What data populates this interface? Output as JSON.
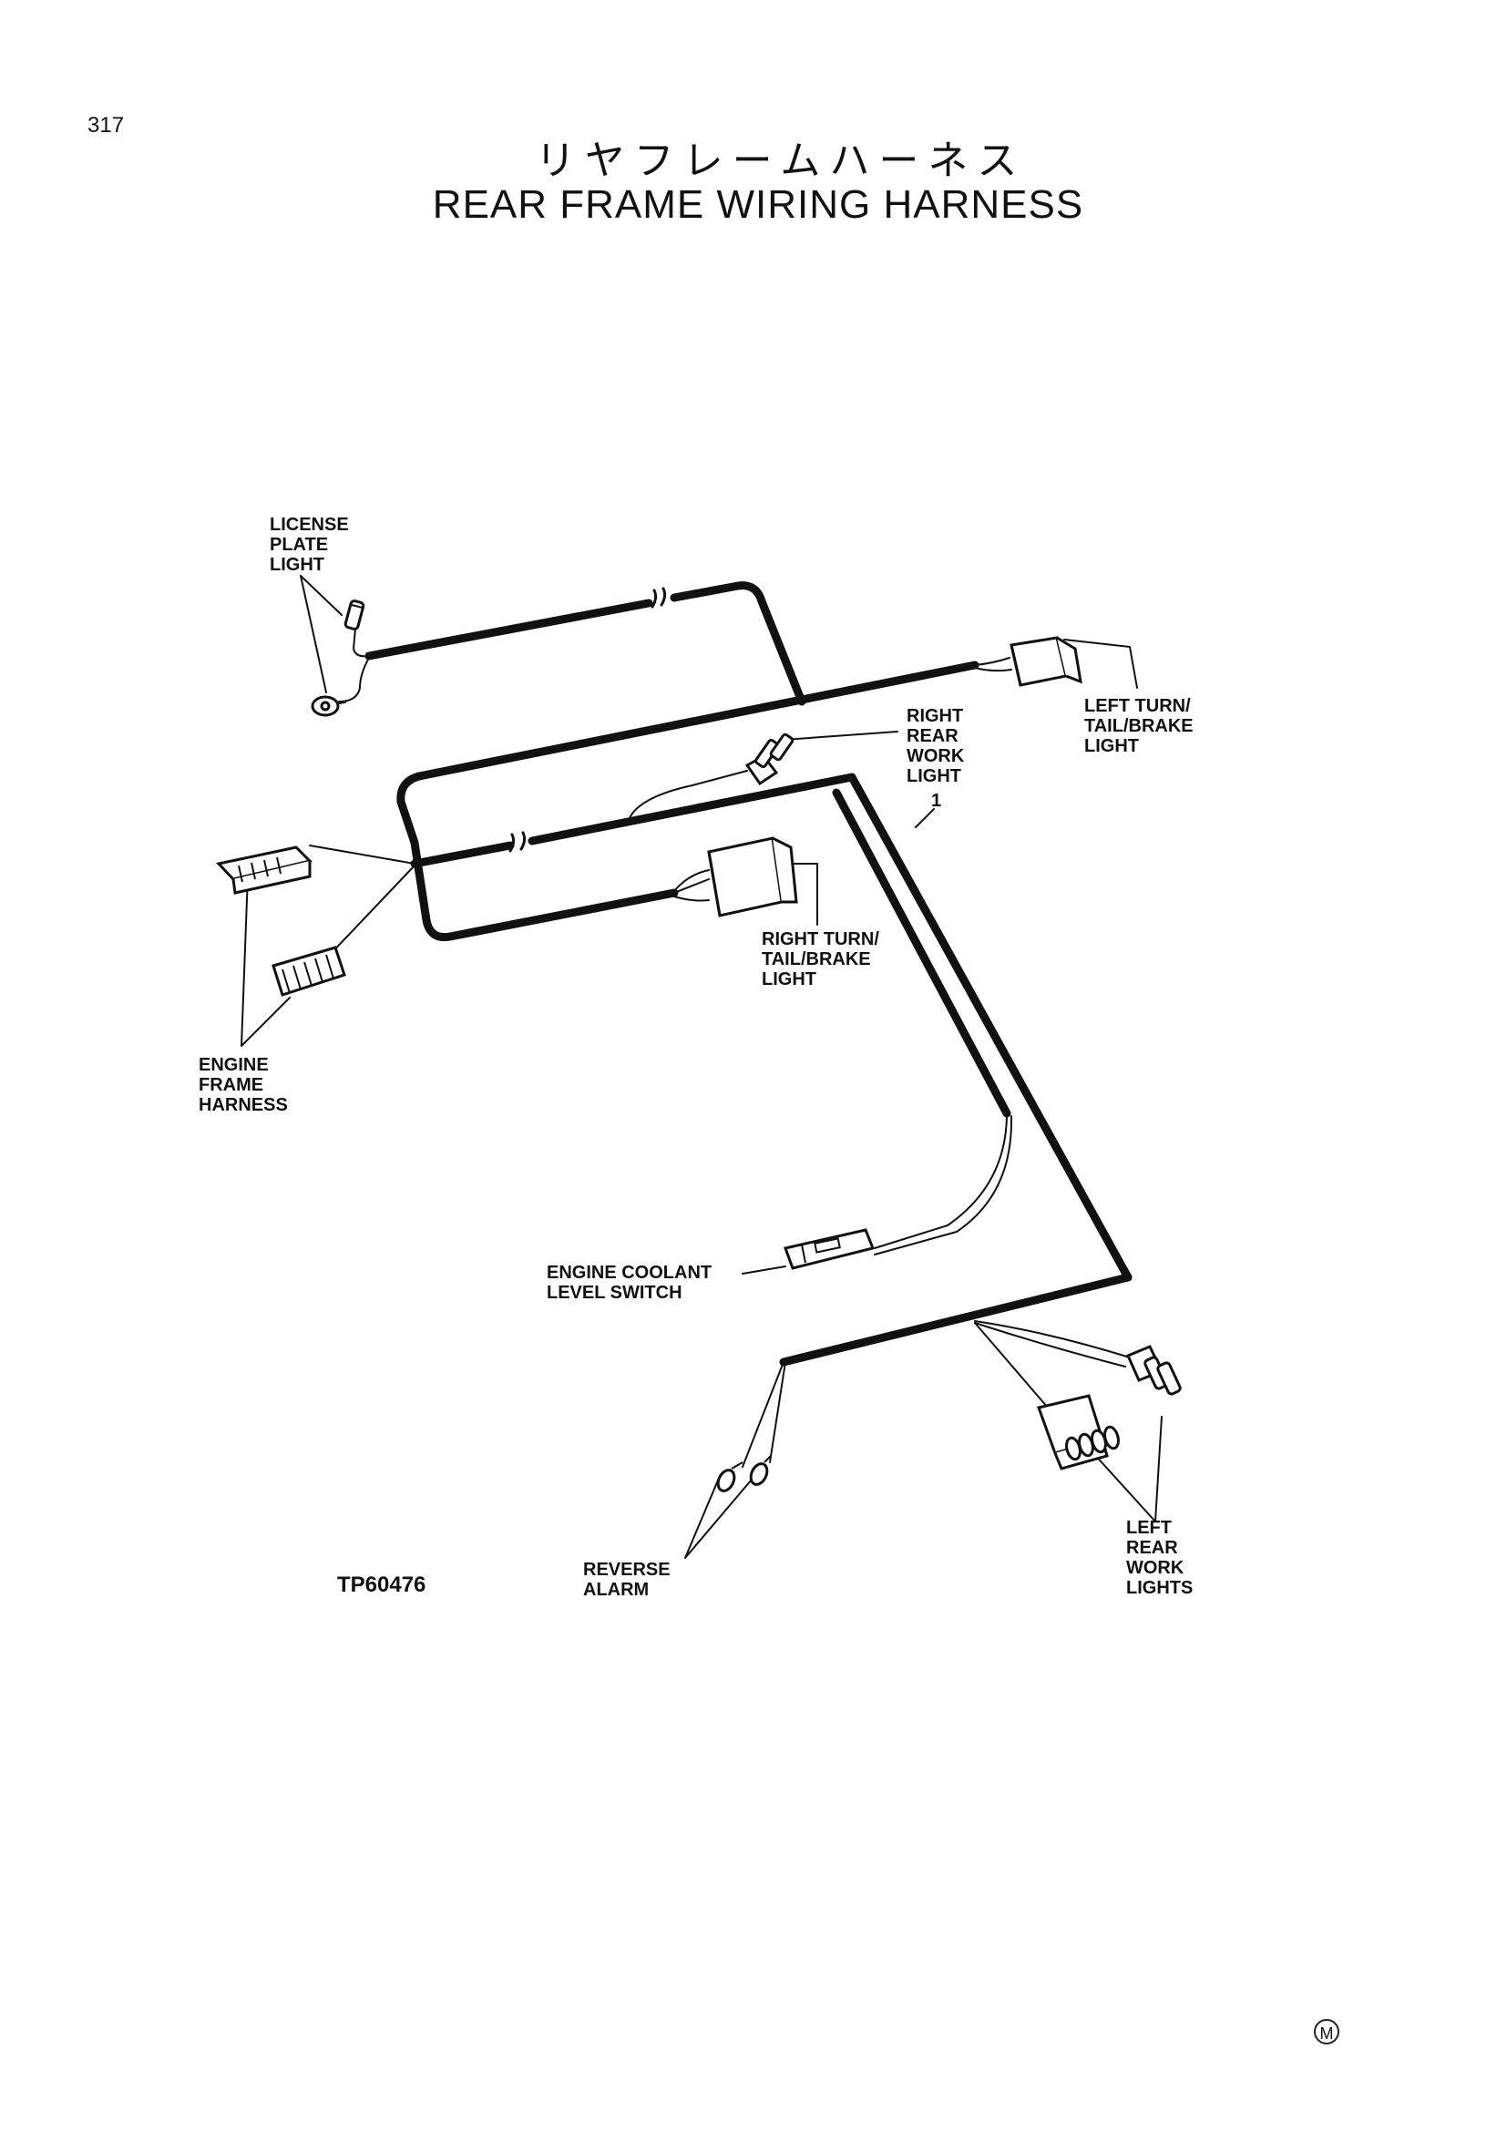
{
  "page_number": "317",
  "title_japanese": "リヤフレームハーネス",
  "title_english": "REAR FRAME WIRING HARNESS",
  "labels": {
    "license_plate_light": "LICENSE\nPLATE\nLIGHT",
    "left_turn_tail_brake_light": "LEFT TURN/\nTAIL/BRAKE\nLIGHT",
    "right_rear_work_light": "RIGHT\nREAR\nWORK\nLIGHT",
    "callout_1": "1",
    "right_turn_tail_brake_light": "RIGHT TURN/\nTAIL/BRAKE\nLIGHT",
    "engine_frame_harness": "ENGINE\nFRAME\nHARNESS",
    "engine_coolant_level_switch": "ENGINE COOLANT\nLEVEL SWITCH",
    "reverse_alarm": "REVERSE\nALARM",
    "left_rear_work_lights": "LEFT\nREAR\nWORK\nLIGHTS"
  },
  "figure_code": "TP60476",
  "footer_mark": "M"
}
